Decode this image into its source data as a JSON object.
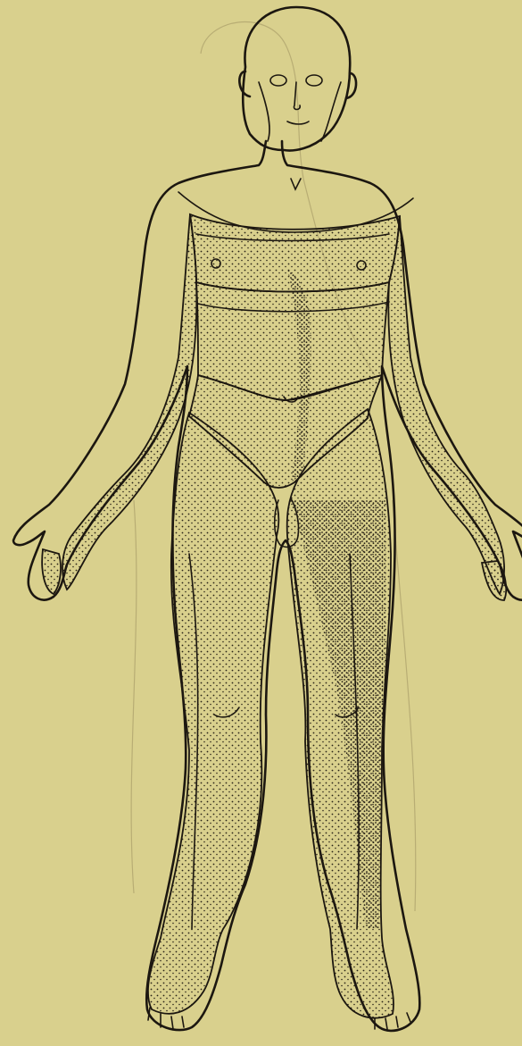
{
  "figure": {
    "subject": "dermatome-map-anterior-view",
    "colors": {
      "paper": "#d9d08d",
      "ink": "#1c1710",
      "stipple": "#2a2418",
      "bleed_through": "#b8ad74"
    },
    "regions": [
      {
        "name": "head-and-face",
        "shaded": false
      },
      {
        "name": "neck-and-shoulder-band",
        "shaded": false
      },
      {
        "name": "upper-chest-band",
        "shaded": true
      },
      {
        "name": "lower-chest-band",
        "shaded": true
      },
      {
        "name": "abdomen",
        "shaded": true
      },
      {
        "name": "left-arm-lateral-strip",
        "shaded": true
      },
      {
        "name": "right-arm-lateral-strip",
        "shaded": true
      },
      {
        "name": "left-leg",
        "shaded": true
      },
      {
        "name": "right-leg",
        "shaded": true
      },
      {
        "name": "pubic-triangle",
        "shaded": false
      }
    ]
  }
}
